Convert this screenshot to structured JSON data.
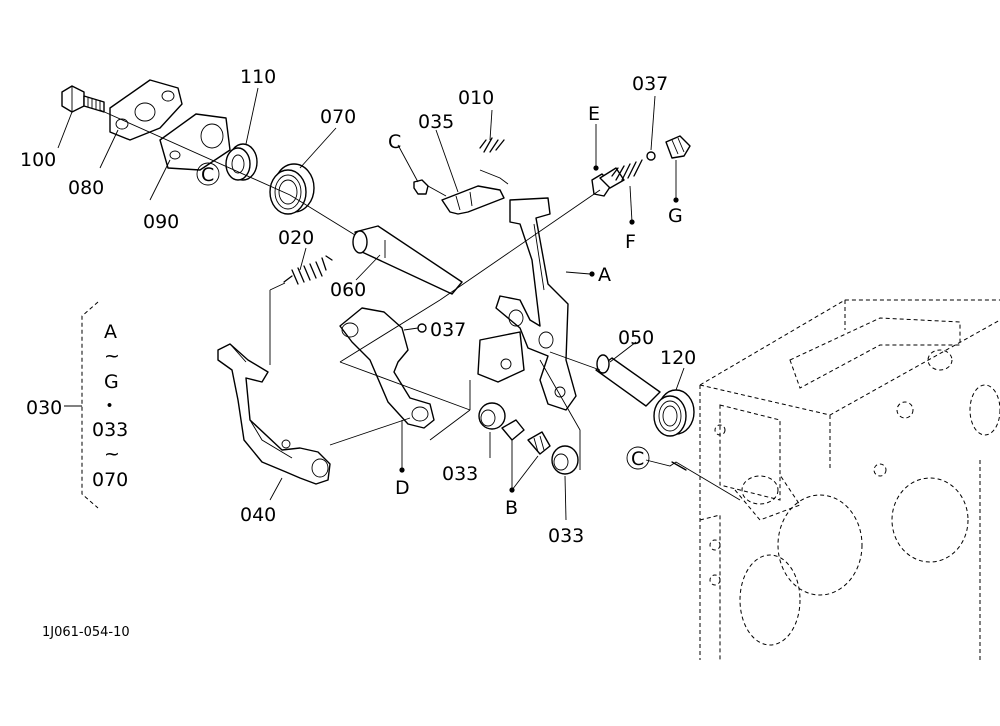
{
  "drawing_code": "1J061-054-10",
  "labels": {
    "p100": "100",
    "p080": "080",
    "p090": "090",
    "p110": "110",
    "p070a": "070",
    "c1": "C",
    "p020": "020",
    "p060": "060",
    "c2": "C",
    "p035": "035",
    "p010": "010",
    "e": "E",
    "p037a": "037",
    "f": "F",
    "g": "G",
    "a": "A",
    "p037b": "037",
    "p050": "050",
    "p120": "120",
    "c3": "C",
    "p040": "040",
    "d": "D",
    "p033a": "033",
    "b": "B",
    "p033b": "033"
  },
  "group_note": {
    "label": "030",
    "line1": "A",
    "sep1": "~",
    "line2": "G",
    "sep2": "・",
    "line3": "033",
    "sep3": "~",
    "line4": "070"
  }
}
